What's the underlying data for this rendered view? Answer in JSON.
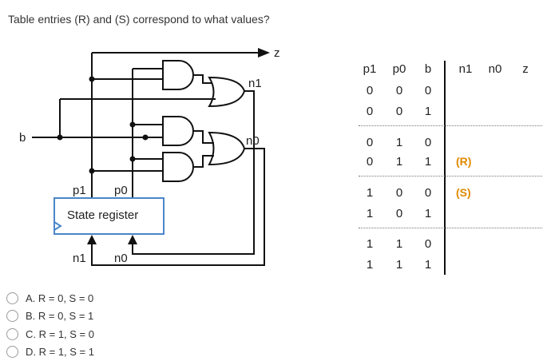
{
  "question": "Table entries (R) and (S) correspond to what values?",
  "circuit": {
    "output_label": "z",
    "input_label": "b",
    "n1_gate_label": "n1",
    "n0_gate_label": "n0",
    "p1_label": "p1",
    "p0_label": "p0",
    "register_label": "State register",
    "n1_in_label": "n1",
    "n0_in_label": "n0"
  },
  "table": {
    "headers": [
      "p1",
      "p0",
      "b",
      "n1",
      "n0",
      "z"
    ],
    "rows": [
      {
        "p1": "0",
        "p0": "0",
        "b": "0",
        "tag": ""
      },
      {
        "p1": "0",
        "p0": "0",
        "b": "1",
        "tag": ""
      },
      {
        "p1": "0",
        "p0": "1",
        "b": "0",
        "tag": ""
      },
      {
        "p1": "0",
        "p0": "1",
        "b": "1",
        "tag": "(R)"
      },
      {
        "p1": "1",
        "p0": "0",
        "b": "0",
        "tag": "(S)"
      },
      {
        "p1": "1",
        "p0": "0",
        "b": "1",
        "tag": ""
      },
      {
        "p1": "1",
        "p0": "1",
        "b": "0",
        "tag": ""
      },
      {
        "p1": "1",
        "p0": "1",
        "b": "1",
        "tag": ""
      }
    ]
  },
  "choices": [
    {
      "label": "A. R = 0, S = 0"
    },
    {
      "label": "B. R = 0, S = 1"
    },
    {
      "label": "C. R = 1, S = 0"
    },
    {
      "label": "D. R = 1, S = 1"
    }
  ]
}
